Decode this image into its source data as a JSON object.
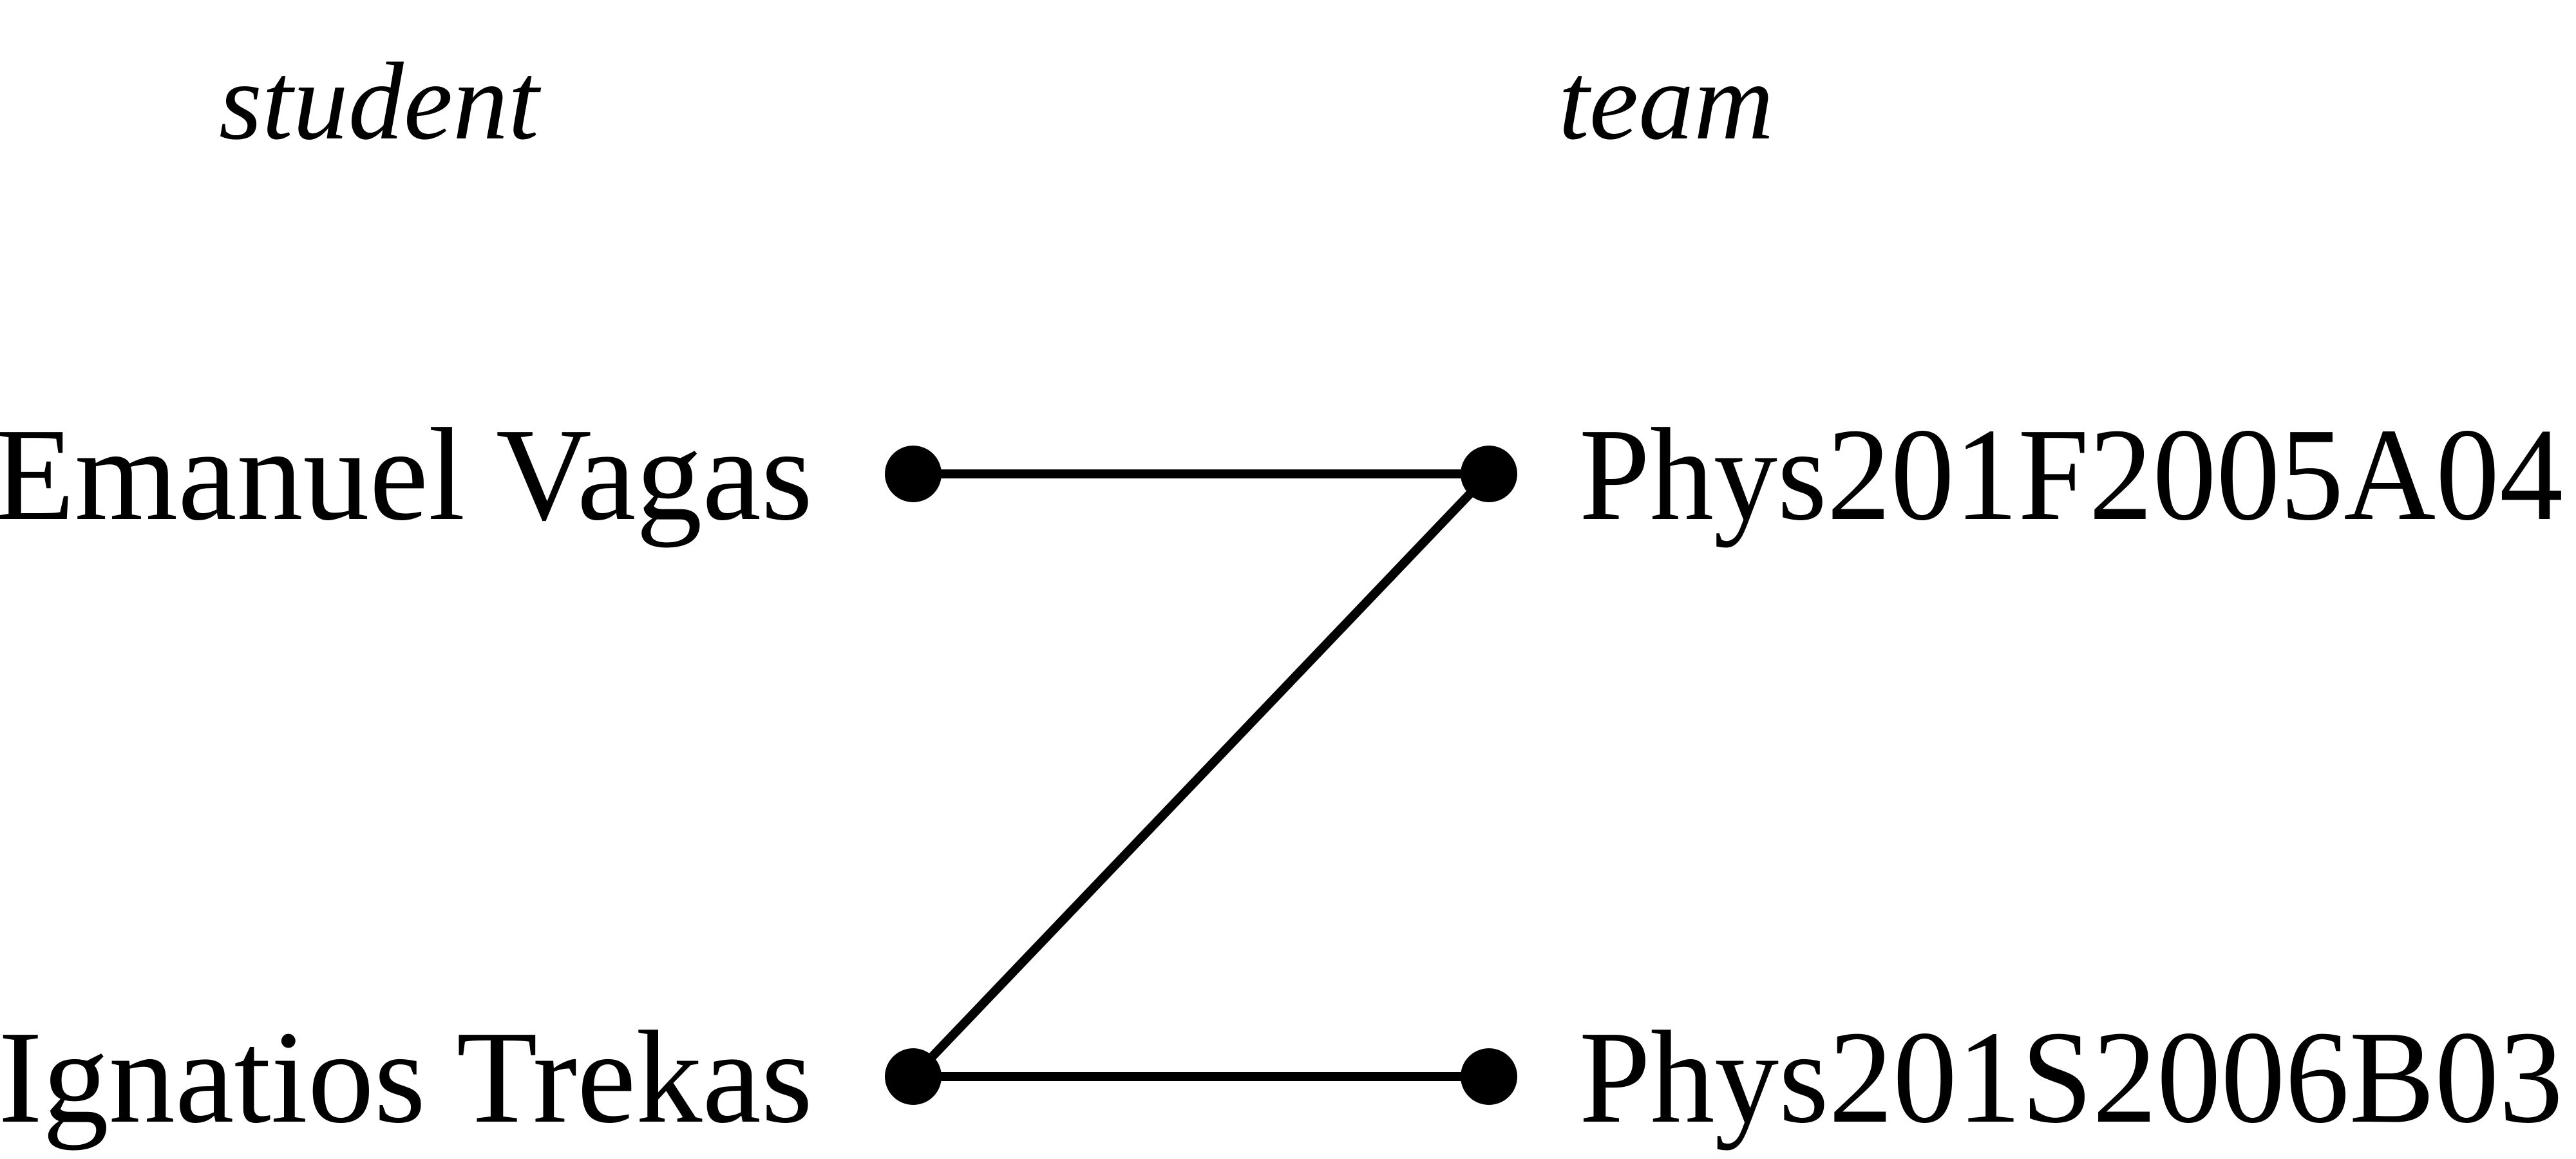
{
  "headers": {
    "left": "student",
    "right": "team"
  },
  "students": [
    {
      "id": "s1",
      "name": "Emanuel Vagas"
    },
    {
      "id": "s2",
      "name": "Ignatios Trekas"
    }
  ],
  "teams": [
    {
      "id": "t1",
      "name": "Phys201F2005A04"
    },
    {
      "id": "t2",
      "name": "Phys201S2006B03"
    }
  ],
  "edges": [
    {
      "from": "s1",
      "to": "t1"
    },
    {
      "from": "s2",
      "to": "t1"
    },
    {
      "from": "s2",
      "to": "t2"
    }
  ],
  "colors": {
    "ink": "#000000",
    "background": "#ffffff"
  }
}
